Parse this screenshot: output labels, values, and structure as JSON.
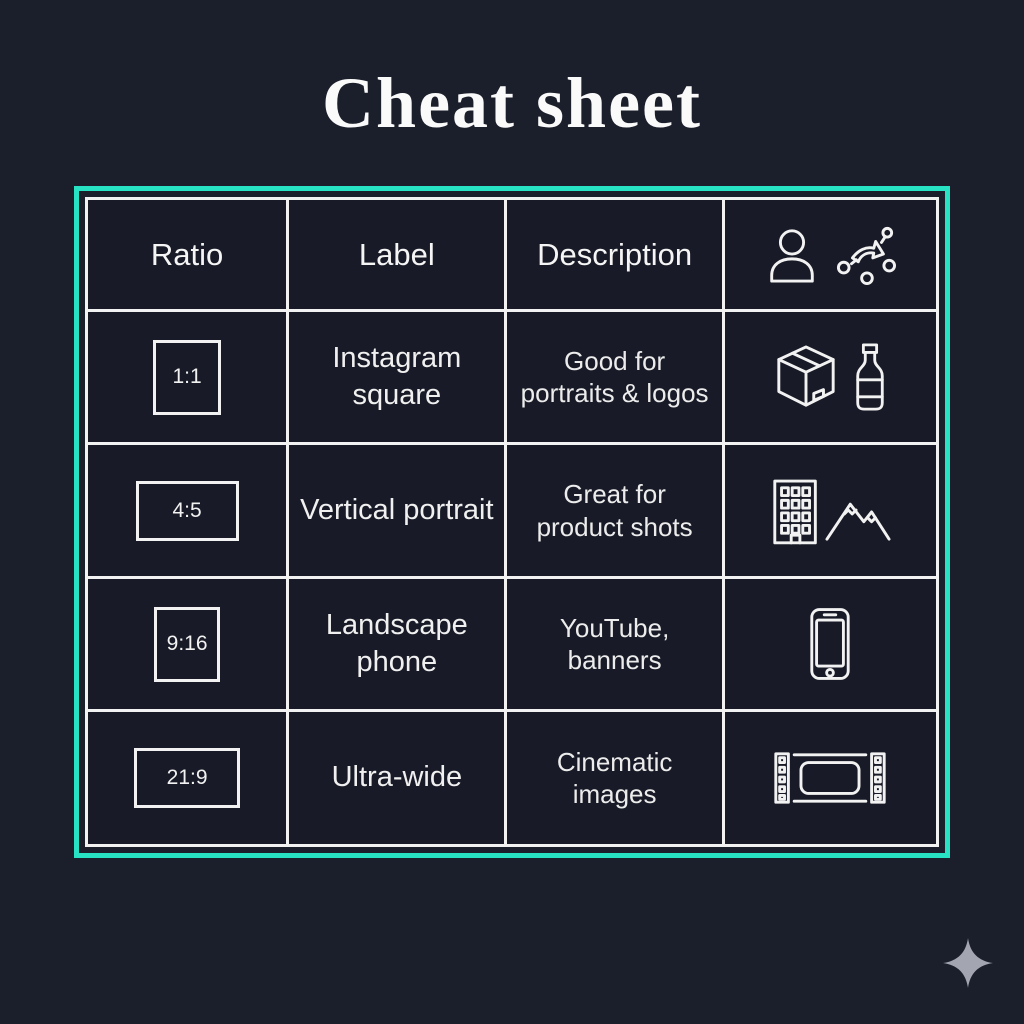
{
  "title": "Cheat sheet",
  "table": {
    "headers": {
      "ratio": "Ratio",
      "label": "Label",
      "description": "Description"
    },
    "header_icons": [
      "person-icon",
      "route-nodes-icon"
    ],
    "rows": [
      {
        "ratio": "1:1",
        "label": "Instagram square",
        "description": "Good for portraits & logos",
        "icons": [
          "package-box-icon",
          "bottle-icon"
        ]
      },
      {
        "ratio": "4:5",
        "label": "Vertical portrait",
        "description": "Great for product shots",
        "icons": [
          "building-icon",
          "mountains-icon"
        ]
      },
      {
        "ratio": "9:16",
        "label": "Landscape phone",
        "description": "YouTube, banners",
        "icons": [
          "smartphone-icon"
        ]
      },
      {
        "ratio": "21:9",
        "label": "Ultra-wide",
        "description": "Cinematic images",
        "icons": [
          "film-frame-icon"
        ]
      }
    ]
  },
  "footer_icon": "sparkle-icon",
  "colors": {
    "background": "#1b1e2b",
    "cell_background": "#181b27",
    "accent_teal": "#27e2c3",
    "grid_white": "#f2f2f2",
    "text": "#f0f0f0",
    "sparkle_gray": "#a3a6b0"
  }
}
